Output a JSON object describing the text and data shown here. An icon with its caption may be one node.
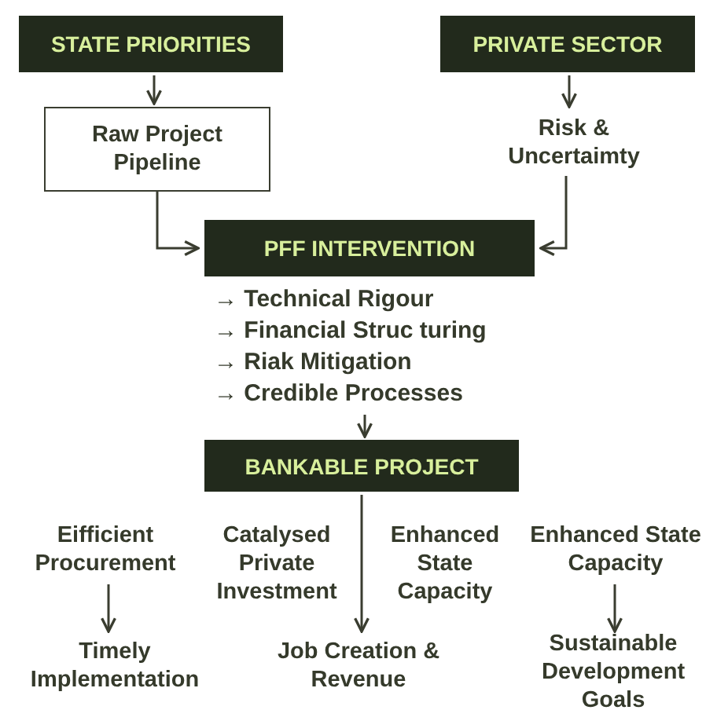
{
  "diagram": {
    "nodes": [
      {
        "text": [
          "STATE PRIORITIES"
        ]
      },
      {
        "text": [
          "PRIVATE SECTOR"
        ]
      },
      {
        "text": [
          "Raw Project Pipeline"
        ]
      },
      {
        "text": [
          "Risk & Uncertaimty"
        ]
      },
      {
        "text": [
          "PFF INTERVENTION"
        ]
      },
      {
        "text": [
          "→ Technical Rigour",
          "→ Financial Struc turing",
          "→ Riak Mitigation",
          "→ Credible Processes"
        ]
      },
      {
        "text": [
          "BANKABLE PROJECT"
        ]
      },
      {
        "text": [
          "Eifficient Procurement"
        ]
      },
      {
        "text": [
          "Catalysed Private Investment"
        ]
      },
      {
        "text": [
          "Enhanced State Capacity"
        ]
      },
      {
        "text": [
          "Enhanced State Capacity"
        ]
      },
      {
        "text": [
          "Timely Implementation"
        ]
      },
      {
        "text": [
          "Job Creation & Revenue"
        ]
      },
      {
        "text": [
          "Sustainable Development Goals"
        ]
      }
    ],
    "edges": [
      {
        "from": 0,
        "to": 2,
        "arrow": "to"
      },
      {
        "from": 1,
        "to": 3,
        "arrow": "to"
      },
      {
        "from": 2,
        "to": 4,
        "arrow": "to"
      },
      {
        "from": 3,
        "to": 4,
        "arrow": "to"
      },
      {
        "from": 5,
        "to": 6,
        "arrow": "to"
      },
      {
        "from": 6,
        "to": 12,
        "arrow": "to"
      },
      {
        "from": 7,
        "to": 11,
        "arrow": "to"
      },
      {
        "from": 10,
        "to": 13,
        "arrow": "to"
      }
    ]
  }
}
